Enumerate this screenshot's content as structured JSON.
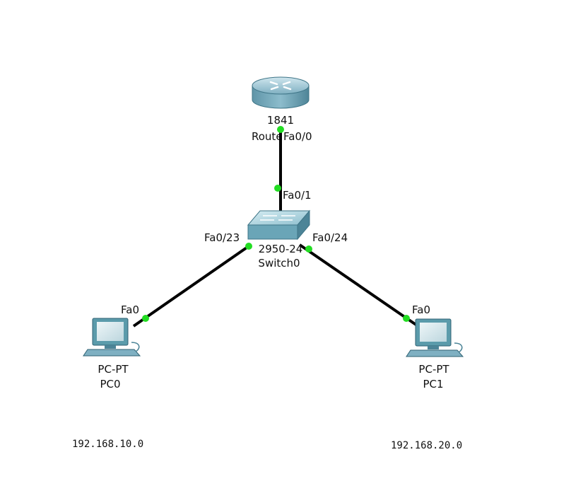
{
  "router": {
    "model": "1841",
    "name": "Router0",
    "port": "Fa0/0"
  },
  "switch": {
    "model": "2950-24",
    "name": "Switch0",
    "port_up": "Fa0/1",
    "port_left": "Fa0/23",
    "port_right": "Fa0/24"
  },
  "pc0": {
    "model": "PC-PT",
    "name": "PC0",
    "port": "Fa0"
  },
  "pc1": {
    "model": "PC-PT",
    "name": "PC1",
    "port": "Fa0"
  },
  "networks": {
    "left": "192.168.10.0",
    "right": "192.168.20.0"
  },
  "colors": {
    "link": "#000000",
    "port_dot": "#22dd22",
    "device": "#5b9bab"
  }
}
